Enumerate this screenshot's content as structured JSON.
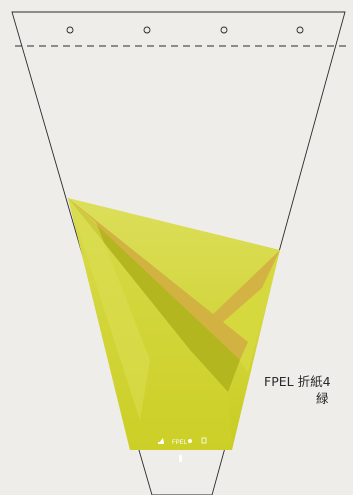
{
  "product": {
    "name": "FPEL 折紙4",
    "color_name": "緑"
  },
  "sleeve": {
    "brand_mark_text": "FPEL",
    "hole_count": 4
  },
  "colors": {
    "background": "#efedea",
    "outline": "#2a2a2a",
    "yellow_green": "#cfd233",
    "yellow_green_light": "#d9dc4e",
    "fold_shadow": "#b5b822",
    "fold_dark": "#9ea11a",
    "gold_fold": "#d2b342",
    "white_mark": "#ffffff"
  }
}
